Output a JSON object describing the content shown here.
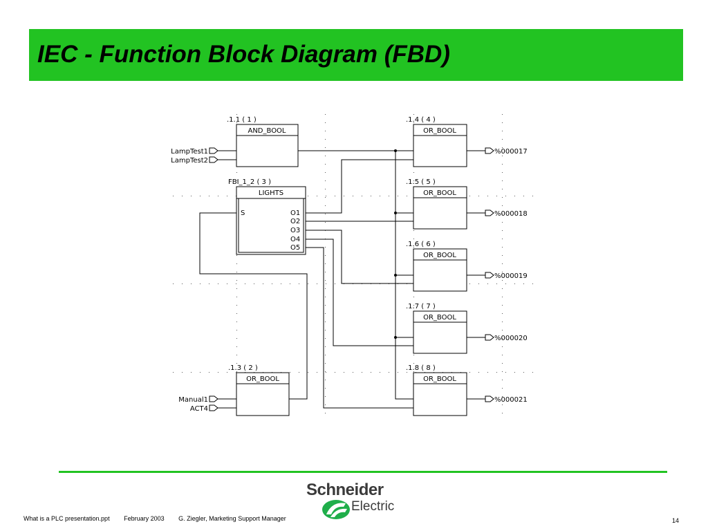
{
  "slide": {
    "title": "IEC - Function Block Diagram (FBD)"
  },
  "diagram": {
    "blocks": [
      {
        "id": "and1",
        "instance": ".1.1 ( 1 )",
        "type": "AND_BOOL"
      },
      {
        "id": "lights",
        "instance": "FBI_1_2 ( 3 )",
        "type": "LIGHTS",
        "pins_in": [
          "S"
        ],
        "pins_out": [
          "O1",
          "O2",
          "O3",
          "O4",
          "O5"
        ]
      },
      {
        "id": "or2",
        "instance": ".1.3 ( 2 )",
        "type": "OR_BOOL"
      },
      {
        "id": "or4",
        "instance": ".1.4 ( 4 )",
        "type": "OR_BOOL"
      },
      {
        "id": "or5",
        "instance": ".1.5 ( 5 )",
        "type": "OR_BOOL"
      },
      {
        "id": "or6",
        "instance": ".1.6 ( 6 )",
        "type": "OR_BOOL"
      },
      {
        "id": "or7",
        "instance": ".1.7 ( 7 )",
        "type": "OR_BOOL"
      },
      {
        "id": "or8",
        "instance": ".1.8 ( 8 )",
        "type": "OR_BOOL"
      }
    ],
    "inputs": [
      "LampTest1",
      "LampTest2",
      "Manual1",
      "ACT4"
    ],
    "outputs": [
      "%000017",
      "%000018",
      "%000019",
      "%000020",
      "%000021"
    ]
  },
  "footer": {
    "file": "What is a PLC presentation.ppt",
    "date": "February 2003",
    "author": "G. Ziegler, Marketing Support Manager",
    "page": "14"
  },
  "logo": {
    "name": "Schneider",
    "subtitle": "Electric",
    "brand_color": "#1fae4a"
  },
  "colors": {
    "title_bar": "#22c322",
    "rule": "#22c322"
  }
}
